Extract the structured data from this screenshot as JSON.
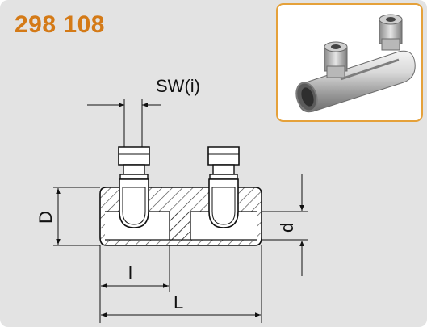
{
  "header": {
    "part_number": "298 108"
  },
  "drawing": {
    "labels": {
      "sw": "SW(i)",
      "D": "D",
      "d": "d",
      "l": "l",
      "L": "L"
    }
  },
  "colors": {
    "accent": "#d47a17",
    "frame": "#e5a13a",
    "background": "#e3e3e3"
  },
  "icons": [
    "shear-bolt-connector-photo"
  ]
}
